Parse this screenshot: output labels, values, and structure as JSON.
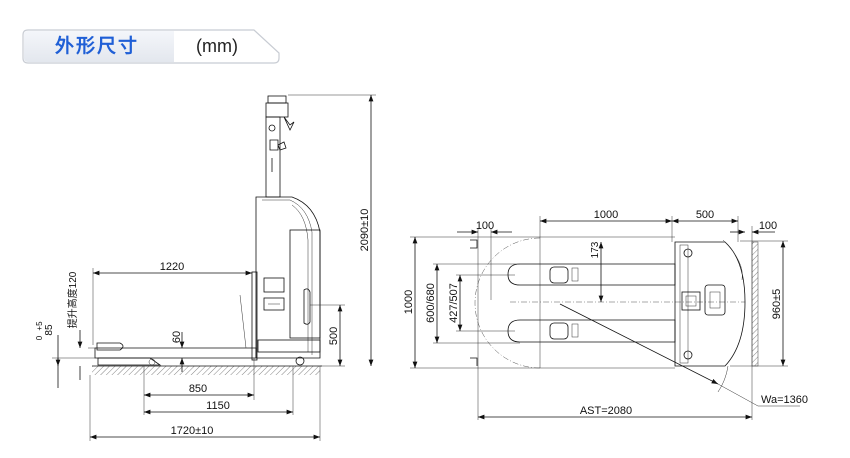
{
  "header": {
    "title": "外形尺寸",
    "unit": "(mm)"
  },
  "side_view": {
    "overall_height": "2090±10",
    "fork_length": "1220",
    "lift_height_label": "提升高度120",
    "fork_lowered_height": "85",
    "fork_tol_upper": "+5",
    "fork_tol_lower": "0",
    "fork_thickness": "60",
    "handle_height": "500",
    "dim_850": "850",
    "dim_1150": "1150",
    "overall_length": "1720±10"
  },
  "top_view": {
    "fork_section": "1000",
    "body_length": "500",
    "clearance_left": "100",
    "clearance_right": "100",
    "aisle_width_side": "1000",
    "fork_outer_width": "600/680",
    "fork_inner_width": "427/507",
    "dim_173": "173",
    "overall_width": "960±5",
    "ast": "AST=2080",
    "wa": "Wa=1360"
  }
}
